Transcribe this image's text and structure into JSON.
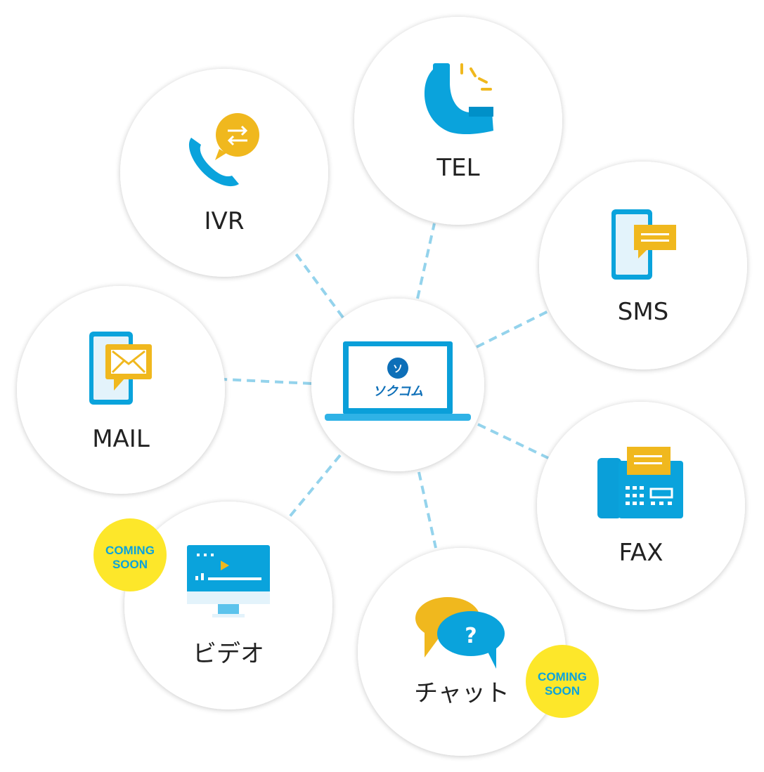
{
  "center": {
    "logo_text": "ソクコム",
    "logo_mark": "ソ"
  },
  "channels": [
    {
      "id": "tel",
      "label": "TEL"
    },
    {
      "id": "ivr",
      "label": "IVR"
    },
    {
      "id": "sms",
      "label": "SMS"
    },
    {
      "id": "mail",
      "label": "MAIL"
    },
    {
      "id": "fax",
      "label": "FAX"
    },
    {
      "id": "video",
      "label": "ビデオ",
      "badge": [
        "COMING",
        "SOON"
      ]
    },
    {
      "id": "chat",
      "label": "チャット",
      "badge": [
        "COMING",
        "SOON"
      ]
    }
  ],
  "colors": {
    "blue": "#0aa3dc",
    "yellow": "#f0b81e",
    "badge": "#fde72a",
    "line": "#94d3ec"
  }
}
